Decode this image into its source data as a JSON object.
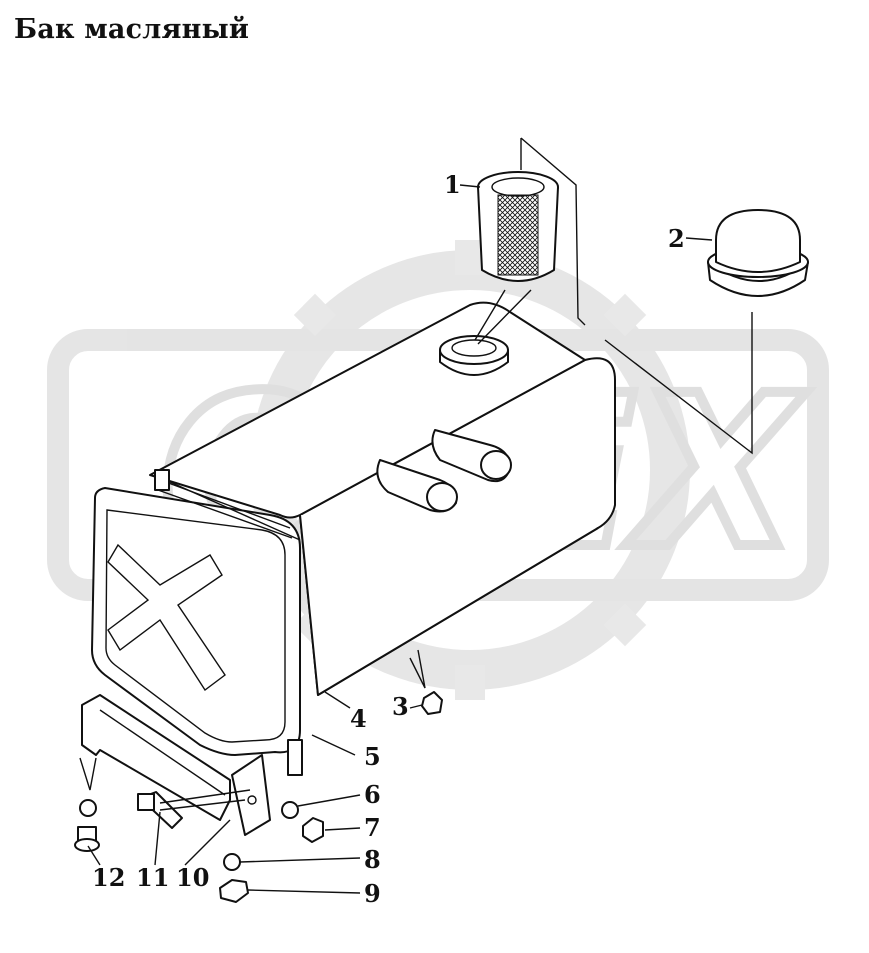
{
  "title": "Бак масляный",
  "watermark": {
    "text": "OPEX",
    "color": "#d9d9d9"
  },
  "callouts": [
    "1",
    "2",
    "3",
    "4",
    "5",
    "6",
    "7",
    "8",
    "9",
    "10",
    "11",
    "12"
  ],
  "colors": {
    "ink": "#111111",
    "background": "#ffffff"
  }
}
